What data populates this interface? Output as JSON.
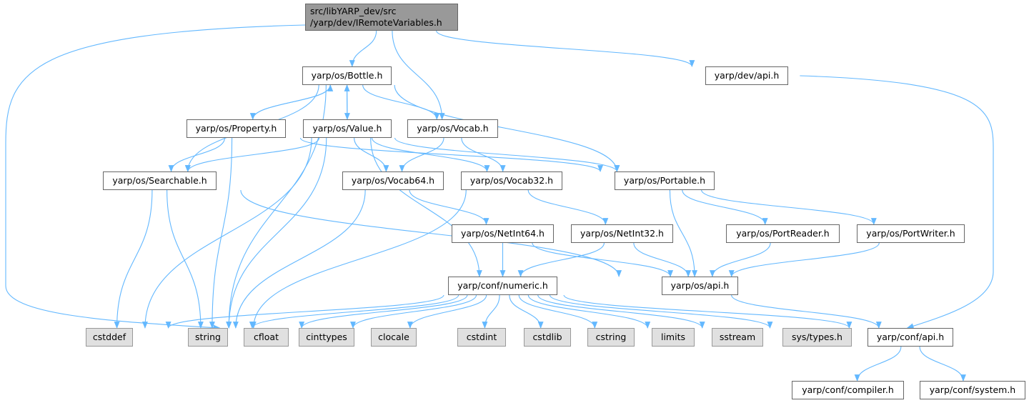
{
  "diagram": {
    "type": "include-dependency-graph",
    "edge_color": "#63b8ff",
    "root": {
      "id": "root",
      "line1": "src/libYARP_dev/src",
      "line2": "/yarp/dev/IRemoteVariables.h"
    },
    "nodes": [
      {
        "id": "bottle",
        "label": "yarp/os/Bottle.h",
        "kind": "file"
      },
      {
        "id": "devapi",
        "label": "yarp/dev/api.h",
        "kind": "file"
      },
      {
        "id": "property",
        "label": "yarp/os/Property.h",
        "kind": "file"
      },
      {
        "id": "value",
        "label": "yarp/os/Value.h",
        "kind": "file"
      },
      {
        "id": "vocab",
        "label": "yarp/os/Vocab.h",
        "kind": "file"
      },
      {
        "id": "searchable",
        "label": "yarp/os/Searchable.h",
        "kind": "file"
      },
      {
        "id": "vocab64",
        "label": "yarp/os/Vocab64.h",
        "kind": "file"
      },
      {
        "id": "vocab32",
        "label": "yarp/os/Vocab32.h",
        "kind": "file"
      },
      {
        "id": "portable",
        "label": "yarp/os/Portable.h",
        "kind": "file"
      },
      {
        "id": "netint64",
        "label": "yarp/os/NetInt64.h",
        "kind": "file"
      },
      {
        "id": "netint32",
        "label": "yarp/os/NetInt32.h",
        "kind": "file"
      },
      {
        "id": "portreader",
        "label": "yarp/os/PortReader.h",
        "kind": "file"
      },
      {
        "id": "portwriter",
        "label": "yarp/os/PortWriter.h",
        "kind": "file"
      },
      {
        "id": "numeric",
        "label": "yarp/conf/numeric.h",
        "kind": "file"
      },
      {
        "id": "osapi",
        "label": "yarp/os/api.h",
        "kind": "file"
      },
      {
        "id": "cstddef",
        "label": "cstddef",
        "kind": "system"
      },
      {
        "id": "string",
        "label": "string",
        "kind": "system"
      },
      {
        "id": "cfloat",
        "label": "cfloat",
        "kind": "system"
      },
      {
        "id": "cinttypes",
        "label": "cinttypes",
        "kind": "system"
      },
      {
        "id": "clocale",
        "label": "clocale",
        "kind": "system"
      },
      {
        "id": "cstdint",
        "label": "cstdint",
        "kind": "system"
      },
      {
        "id": "cstdlib",
        "label": "cstdlib",
        "kind": "system"
      },
      {
        "id": "cstring",
        "label": "cstring",
        "kind": "system"
      },
      {
        "id": "limits",
        "label": "limits",
        "kind": "system"
      },
      {
        "id": "sstream",
        "label": "sstream",
        "kind": "system"
      },
      {
        "id": "systypes",
        "label": "sys/types.h",
        "kind": "system"
      },
      {
        "id": "confapi",
        "label": "yarp/conf/api.h",
        "kind": "file"
      },
      {
        "id": "compiler",
        "label": "yarp/conf/compiler.h",
        "kind": "file"
      },
      {
        "id": "system",
        "label": "yarp/conf/system.h",
        "kind": "file"
      }
    ],
    "edges": [
      [
        "root",
        "bottle"
      ],
      [
        "root",
        "vocab"
      ],
      [
        "root",
        "devapi"
      ],
      [
        "root",
        "string"
      ],
      [
        "bottle",
        "property"
      ],
      [
        "bottle",
        "value"
      ],
      [
        "bottle",
        "vocab"
      ],
      [
        "bottle",
        "searchable"
      ],
      [
        "bottle",
        "portable"
      ],
      [
        "bottle",
        "string"
      ],
      [
        "property",
        "bottle"
      ],
      [
        "property",
        "searchable"
      ],
      [
        "property",
        "portable"
      ],
      [
        "property",
        "string"
      ],
      [
        "value",
        "bottle"
      ],
      [
        "value",
        "searchable"
      ],
      [
        "value",
        "vocab64"
      ],
      [
        "value",
        "vocab32"
      ],
      [
        "value",
        "portable"
      ],
      [
        "value",
        "numeric"
      ],
      [
        "value",
        "string"
      ],
      [
        "value",
        "cstddef"
      ],
      [
        "vocab",
        "vocab64"
      ],
      [
        "vocab",
        "vocab32"
      ],
      [
        "searchable",
        "osapi"
      ],
      [
        "searchable",
        "string"
      ],
      [
        "searchable",
        "cstddef"
      ],
      [
        "vocab64",
        "netint64"
      ],
      [
        "vocab64",
        "string"
      ],
      [
        "vocab32",
        "netint32"
      ],
      [
        "vocab32",
        "string"
      ],
      [
        "portable",
        "osapi"
      ],
      [
        "portable",
        "portreader"
      ],
      [
        "portable",
        "portwriter"
      ],
      [
        "netint64",
        "numeric"
      ],
      [
        "netint64",
        "osapi"
      ],
      [
        "netint32",
        "numeric"
      ],
      [
        "netint32",
        "osapi"
      ],
      [
        "portreader",
        "osapi"
      ],
      [
        "portwriter",
        "osapi"
      ],
      [
        "numeric",
        "cstddef"
      ],
      [
        "numeric",
        "string"
      ],
      [
        "numeric",
        "cfloat"
      ],
      [
        "numeric",
        "cinttypes"
      ],
      [
        "numeric",
        "clocale"
      ],
      [
        "numeric",
        "cstdint"
      ],
      [
        "numeric",
        "cstdlib"
      ],
      [
        "numeric",
        "cstring"
      ],
      [
        "numeric",
        "limits"
      ],
      [
        "numeric",
        "sstream"
      ],
      [
        "numeric",
        "systypes"
      ],
      [
        "numeric",
        "confapi"
      ],
      [
        "osapi",
        "confapi"
      ],
      [
        "devapi",
        "confapi"
      ],
      [
        "confapi",
        "compiler"
      ],
      [
        "confapi",
        "system"
      ]
    ]
  }
}
